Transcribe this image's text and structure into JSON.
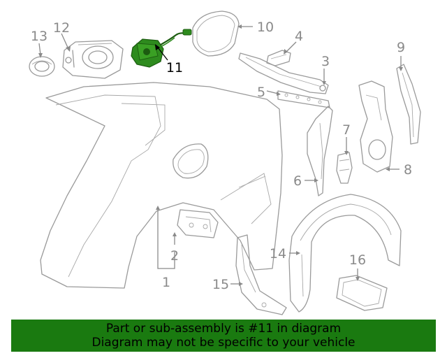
{
  "callouts": [
    {
      "id": "13",
      "text": "13"
    },
    {
      "id": "12",
      "text": "12"
    },
    {
      "id": "11",
      "text": "11"
    },
    {
      "id": "10",
      "text": "10"
    },
    {
      "id": "4",
      "text": "4"
    },
    {
      "id": "3",
      "text": "3"
    },
    {
      "id": "5",
      "text": "5"
    },
    {
      "id": "9",
      "text": "9"
    },
    {
      "id": "7",
      "text": "7"
    },
    {
      "id": "6",
      "text": "6"
    },
    {
      "id": "8",
      "text": "8"
    },
    {
      "id": "14",
      "text": "14"
    },
    {
      "id": "16",
      "text": "16"
    },
    {
      "id": "2",
      "text": "2"
    },
    {
      "id": "1",
      "text": "1"
    },
    {
      "id": "15",
      "text": "15"
    }
  ],
  "highlight_part": "11",
  "highlight_color": "#2e8b1e",
  "banner": {
    "line1": "Part or sub-assembly is #11 in diagram",
    "line2": "Diagram may not be specific to your vehicle",
    "background": "#1a7a10"
  }
}
